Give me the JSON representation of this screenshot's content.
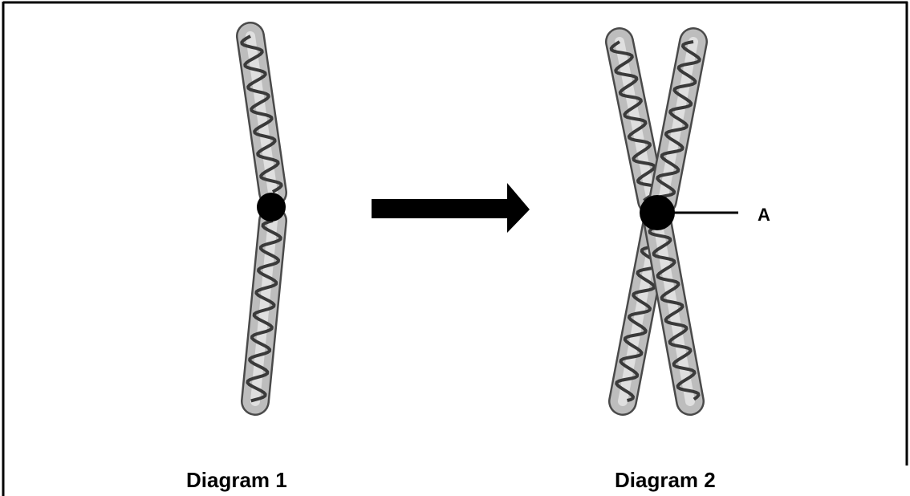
{
  "diagram": {
    "captions": {
      "left": "Diagram 1",
      "right": "Diagram 2"
    },
    "label_a": "A",
    "colors": {
      "arm_fill": "#bdbdbd",
      "arm_highlight": "#e6e6e6",
      "arm_outline": "#4a4a4a",
      "coil": "#3a3a3a",
      "centromere": "#000000",
      "arrow": "#000000",
      "frame": "#000000"
    }
  }
}
